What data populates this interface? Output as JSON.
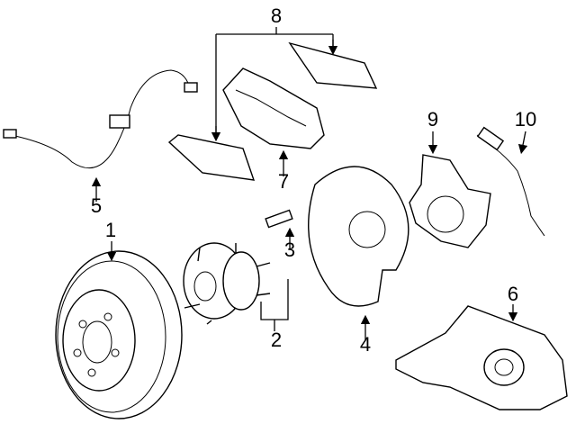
{
  "diagram": {
    "callouts": [
      {
        "id": "1",
        "text": "1"
      },
      {
        "id": "2",
        "text": "2"
      },
      {
        "id": "3",
        "text": "3"
      },
      {
        "id": "4",
        "text": "4"
      },
      {
        "id": "5",
        "text": "5"
      },
      {
        "id": "6",
        "text": "6"
      },
      {
        "id": "7",
        "text": "7"
      },
      {
        "id": "8",
        "text": "8"
      },
      {
        "id": "9",
        "text": "9"
      },
      {
        "id": "10",
        "text": "10"
      }
    ],
    "colors": {
      "line": "#000000",
      "background": "#ffffff"
    }
  }
}
